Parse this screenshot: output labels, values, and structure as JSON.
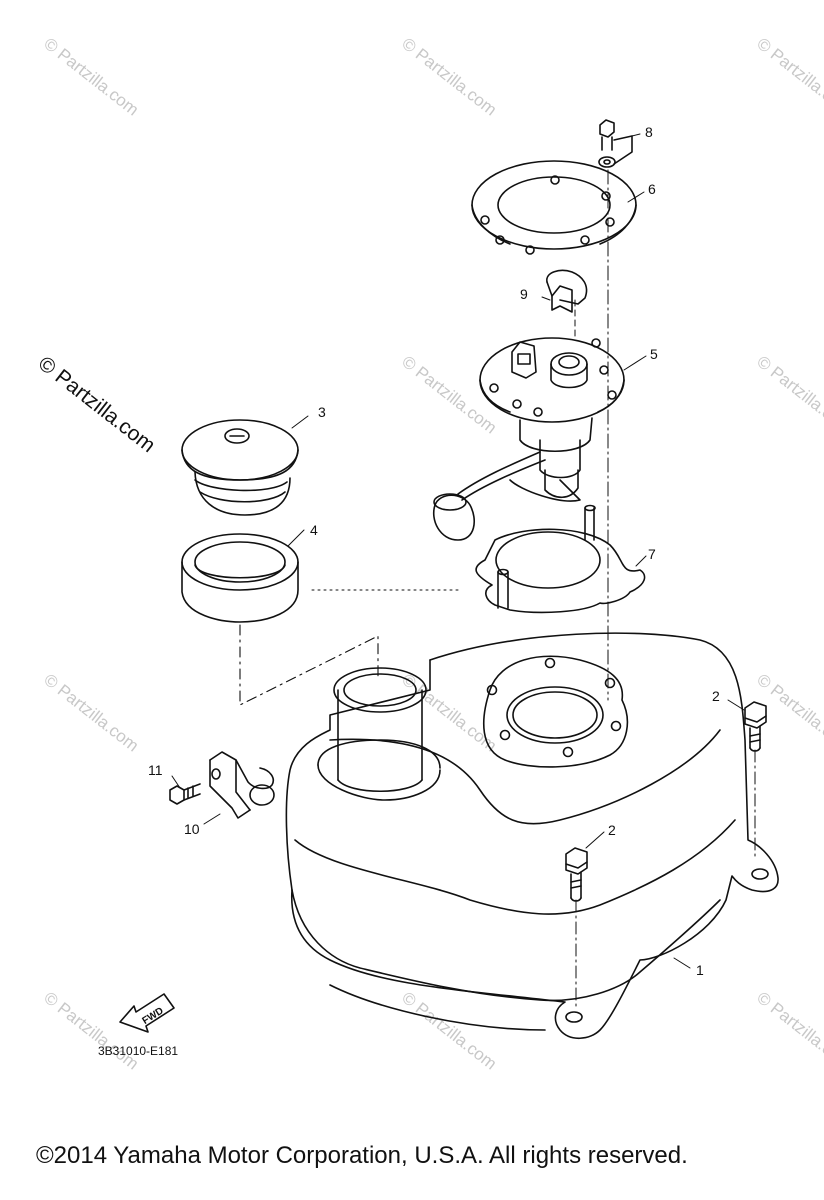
{
  "watermark": {
    "text": "© Partzilla.com",
    "main_text": "© Partzilla.com"
  },
  "callouts": {
    "p1": "1",
    "p2a": "2",
    "p2b": "2",
    "p3": "3",
    "p4": "4",
    "p5": "5",
    "p6": "6",
    "p7": "7",
    "p8": "8",
    "p9": "9",
    "p10": "10",
    "p11": "11"
  },
  "fwd_label": "FWD",
  "diagram_code": "3B31010-E181",
  "footer": "©2014  Yamaha Motor Corporation, U.S.A. All rights reserved."
}
